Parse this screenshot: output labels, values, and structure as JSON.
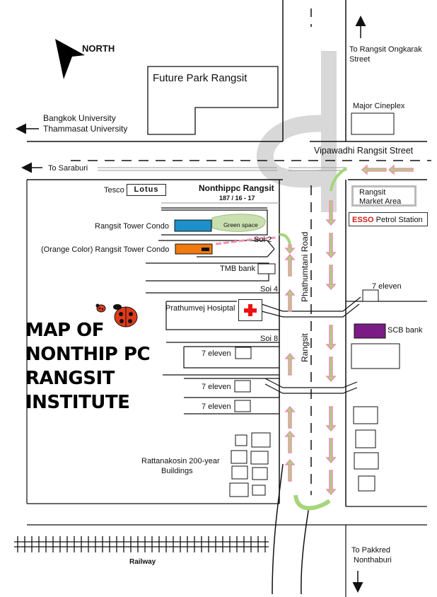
{
  "map": {
    "title_lines": [
      "MAP OF",
      "NONTHIP PC",
      "RANGSIT",
      "INSTITUTE"
    ],
    "compass_label": "NORTH",
    "labels": {
      "future_park": "Future Park Rangsit",
      "bangkok_university": "Bangkok University",
      "thammasat_university": "Thammasat University",
      "to_rangsit_ongkarak_1": "To Rangsit Ongkarak",
      "to_rangsit_ongkarak_2": "Street",
      "major_cineplex": "Major Cineplex",
      "vipawadhi": "Vipawadhi Rangsit Street",
      "to_saraburi": "To Saraburi",
      "tesco": "Tesco",
      "lotus": "Lotus",
      "nonthippc_name": "Nonthippc Rangsit",
      "nonthippc_address": "187 / 16 - 17",
      "rangsit_market_1": "Rangsit",
      "rangsit_market_2": "Market Area",
      "esso_brand": "ESSO",
      "esso_rest": "Petrol Station",
      "rangsit_tower_condo": "Rangsit Tower Condo",
      "green_space": "Green space",
      "soi2": "Soi 2",
      "orange_condo": "(Orange Color)  Rangsit Tower Condo",
      "tmb_bank": "TMB bank",
      "phathumtani_road": "Phathumtani  Road",
      "soi4": "Soi 4",
      "seven_eleven_east": "7 eleven",
      "prathumvej": "Prathumvej Hosiptal",
      "scb_bank": "SCB bank",
      "soi8": "Soi 8",
      "rangsit_vertical": "Rangsit",
      "seven_eleven_1": "7 eleven",
      "seven_eleven_2": "7 eleven",
      "seven_eleven_3": "7 eleven",
      "rattanakosin_1": "Rattanakosin 200-year",
      "rattanakosin_2": "Buildings",
      "railway": "Railway",
      "to_pakkred_1": "To Pakkred",
      "to_pakkred_2": "Nonthaburi"
    },
    "colors": {
      "condo_blue": "#1e8fc8",
      "condo_orange": "#f07a10",
      "green_space": "#c9dfb0",
      "scb_purple": "#7b1b86",
      "hospital_red": "#e11111",
      "esso_red": "#d61b1b",
      "flyover_gray": "#d6d6d6",
      "arrow_green": "#a6d57a",
      "arrow_pink": "#f08fb1"
    }
  }
}
